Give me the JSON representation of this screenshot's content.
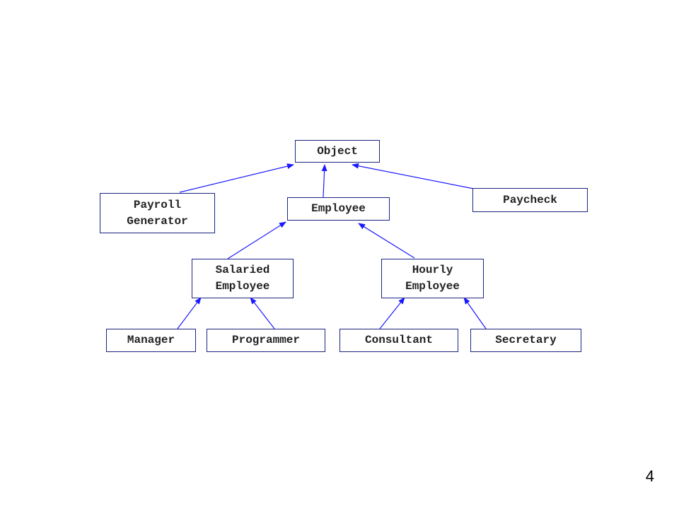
{
  "diagram": {
    "nodes": {
      "object": "Object",
      "employee": "Employee",
      "payroll_generator": "Payroll\nGenerator",
      "paycheck": "Paycheck",
      "salaried_employee": "Salaried\nEmployee",
      "hourly_employee": "Hourly\nEmployee",
      "manager": "Manager",
      "programmer": "Programmer",
      "consultant": "Consultant",
      "secretary": "Secretary"
    },
    "edges": [
      {
        "from": "payroll_generator",
        "to": "object"
      },
      {
        "from": "employee",
        "to": "object"
      },
      {
        "from": "paycheck",
        "to": "object"
      },
      {
        "from": "salaried_employee",
        "to": "employee"
      },
      {
        "from": "hourly_employee",
        "to": "employee"
      },
      {
        "from": "manager",
        "to": "salaried_employee"
      },
      {
        "from": "programmer",
        "to": "salaried_employee"
      },
      {
        "from": "consultant",
        "to": "hourly_employee"
      },
      {
        "from": "secretary",
        "to": "hourly_employee"
      }
    ],
    "colors": {
      "edge": "#1a1aff",
      "node_border": "#1a237e"
    }
  },
  "page_number": "4"
}
